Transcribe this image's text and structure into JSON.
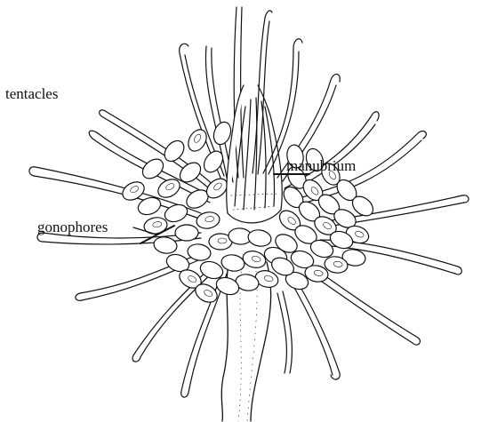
{
  "figure": {
    "labels": {
      "tentacles": "tentacles",
      "manubrium": "manubrium",
      "gonophores": "gonophores"
    },
    "colors": {
      "ink": "#111111",
      "paper": "#ffffff"
    }
  }
}
